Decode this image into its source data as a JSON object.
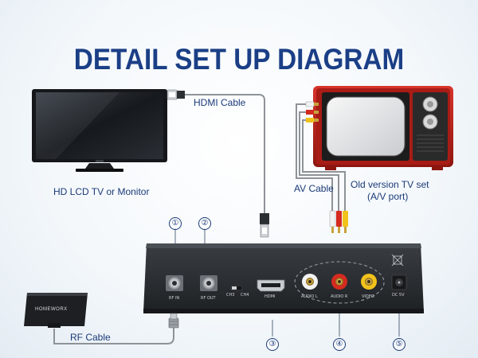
{
  "title": "DETAIL SET UP DIAGRAM",
  "labels": {
    "hdmi_cable": "HDMI Cable",
    "hd_tv": "HD LCD TV or Monitor",
    "av_cable": "AV Cable",
    "old_tv_line1": "Old version TV set",
    "old_tv_line2": "(A/V port)",
    "rf_cable": "RF Cable"
  },
  "callouts": [
    "①",
    "②",
    "③",
    "④",
    "⑤"
  ],
  "device_labels": {
    "rf_in": "RF IN",
    "rf_out": "RF OUT",
    "ch3": "CH3",
    "ch4": "CH4",
    "hdmi": "HDMI",
    "audio_l": "AUDIO L",
    "audio_r": "AUDIO R",
    "video": "VIDEO",
    "dc": "DC 5V"
  },
  "antenna_brand": "HOMEWORX",
  "colors": {
    "title": "#1b3f86",
    "label_text": "#1b3a78",
    "cable_gray": "#8e9398",
    "box_body": "#2a2d31",
    "old_tv_cabinet": "#b21e18",
    "rca_white": "#f2f2f2",
    "rca_red": "#d52a20",
    "rca_yellow": "#f1c21b"
  },
  "icons": [
    "hd-tv-icon",
    "retro-tv-icon",
    "antenna-icon",
    "hdmi-plug-icon",
    "rca-plug-icon",
    "rf-plug-icon",
    "set-top-box-icon"
  ]
}
